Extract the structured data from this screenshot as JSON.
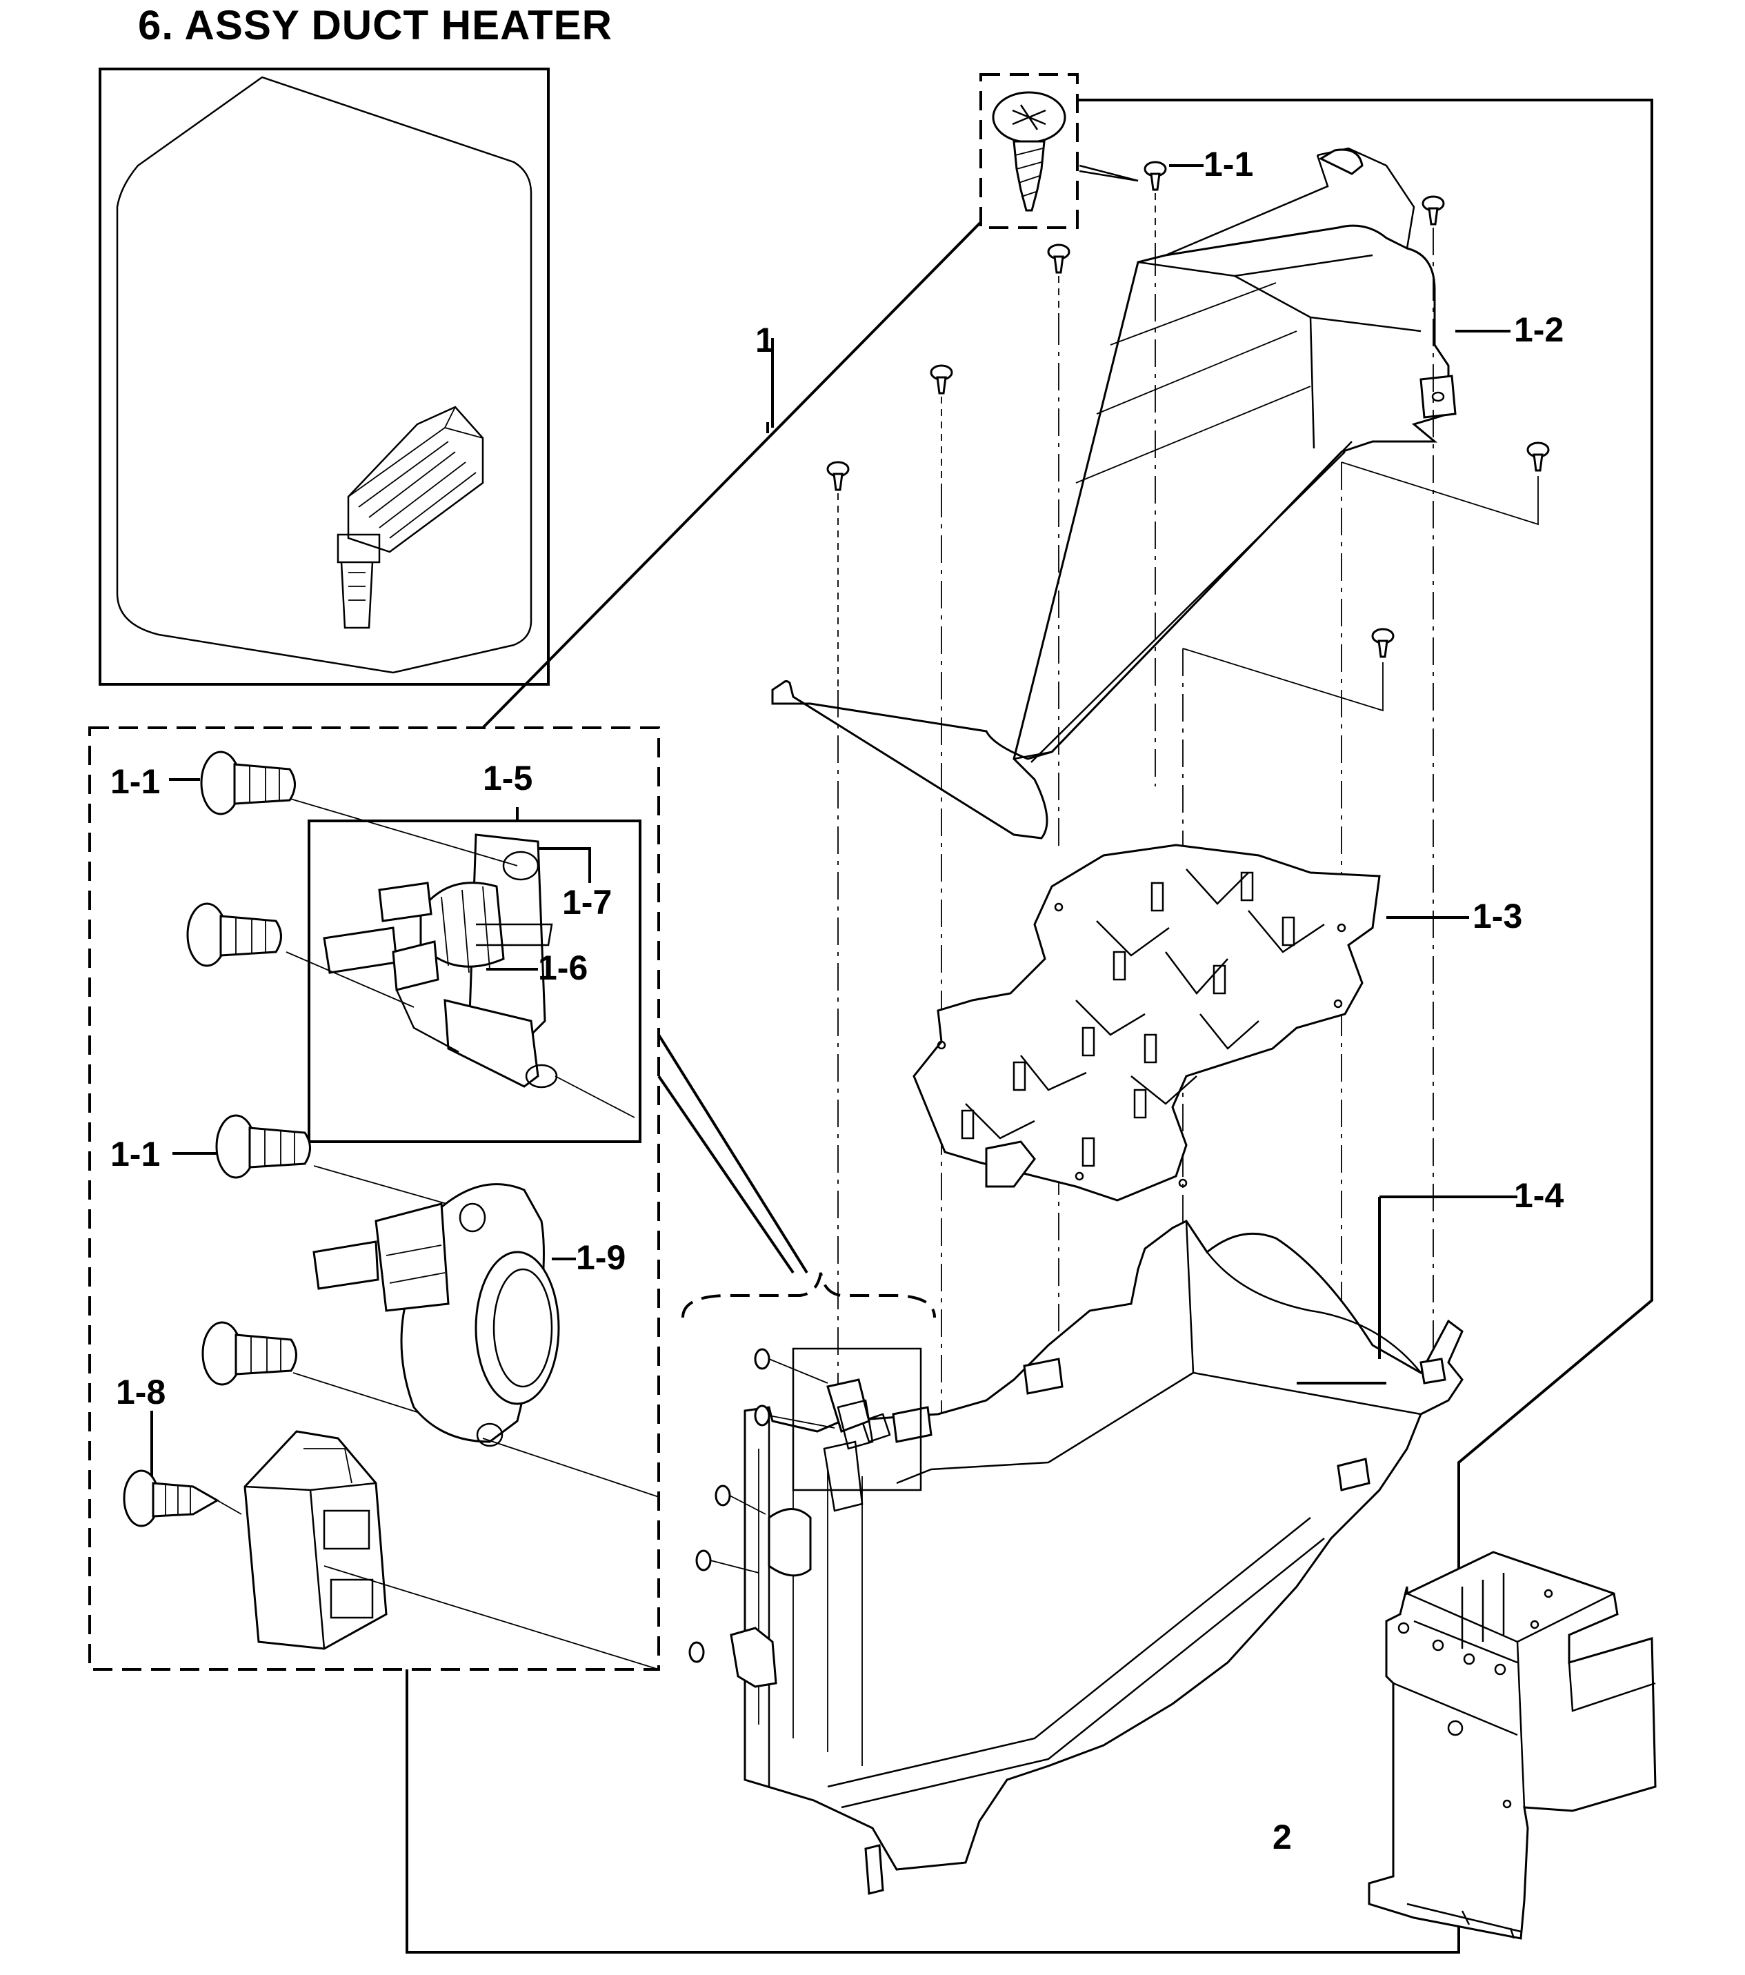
{
  "title": "6. ASSY DUCT HEATER",
  "callouts": {
    "c1": "1",
    "c2": "2",
    "c1_1_top": "1-1",
    "c1_2": "1-2",
    "c1_3": "1-3",
    "c1_4": "1-4",
    "c1_5": "1-5",
    "c1_6": "1-6",
    "c1_7": "1-7",
    "c1_8": "1-8",
    "c1_9": "1-9",
    "c1_1_a": "1-1",
    "c1_1_b": "1-1"
  }
}
